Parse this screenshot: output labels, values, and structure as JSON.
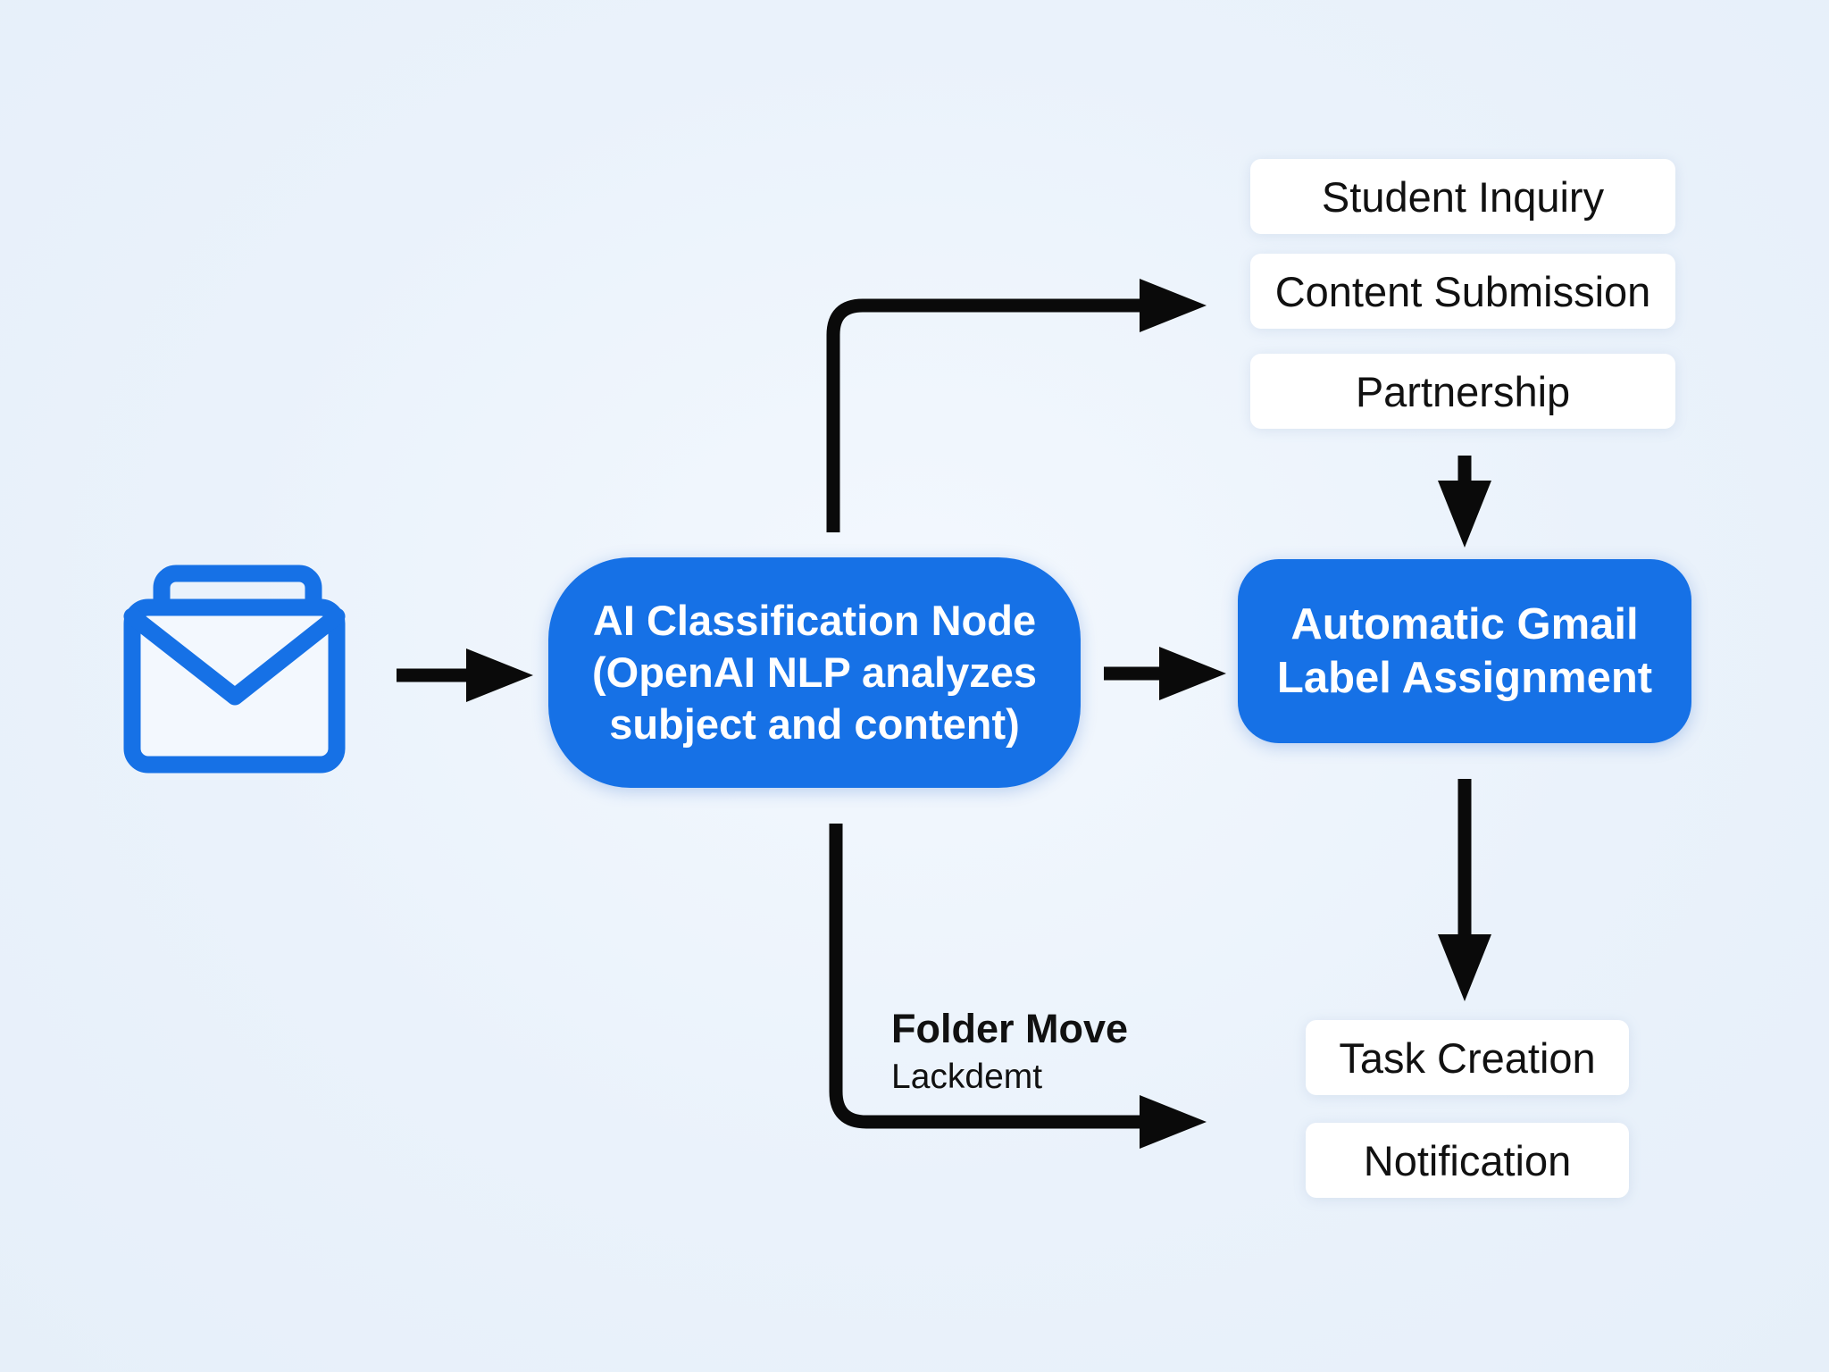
{
  "diagram": {
    "colors": {
      "node_fill": "#1671e6",
      "node_text": "#ffffff",
      "chip_fill": "#ffffff",
      "arrow": "#0a0a0a",
      "icon": "#1671e6"
    },
    "icons": {
      "source": "email-inbox-icon"
    },
    "nodes": {
      "ai_classification": {
        "line1": "AI Classification Node",
        "line2": "(OpenAI NLP analyzes",
        "line3": "subject and content)"
      },
      "gmail_label": {
        "line1": "Automatic Gmail",
        "line2": "Label Assignment"
      }
    },
    "categories": [
      {
        "label": "Student Inquiry"
      },
      {
        "label": "Content Submission"
      },
      {
        "label": "Partnership"
      }
    ],
    "actions": [
      {
        "label": "Task Creation"
      },
      {
        "label": "Notification"
      }
    ],
    "branch": {
      "title": "Folder Move",
      "subtitle": "Lackdemt"
    }
  }
}
